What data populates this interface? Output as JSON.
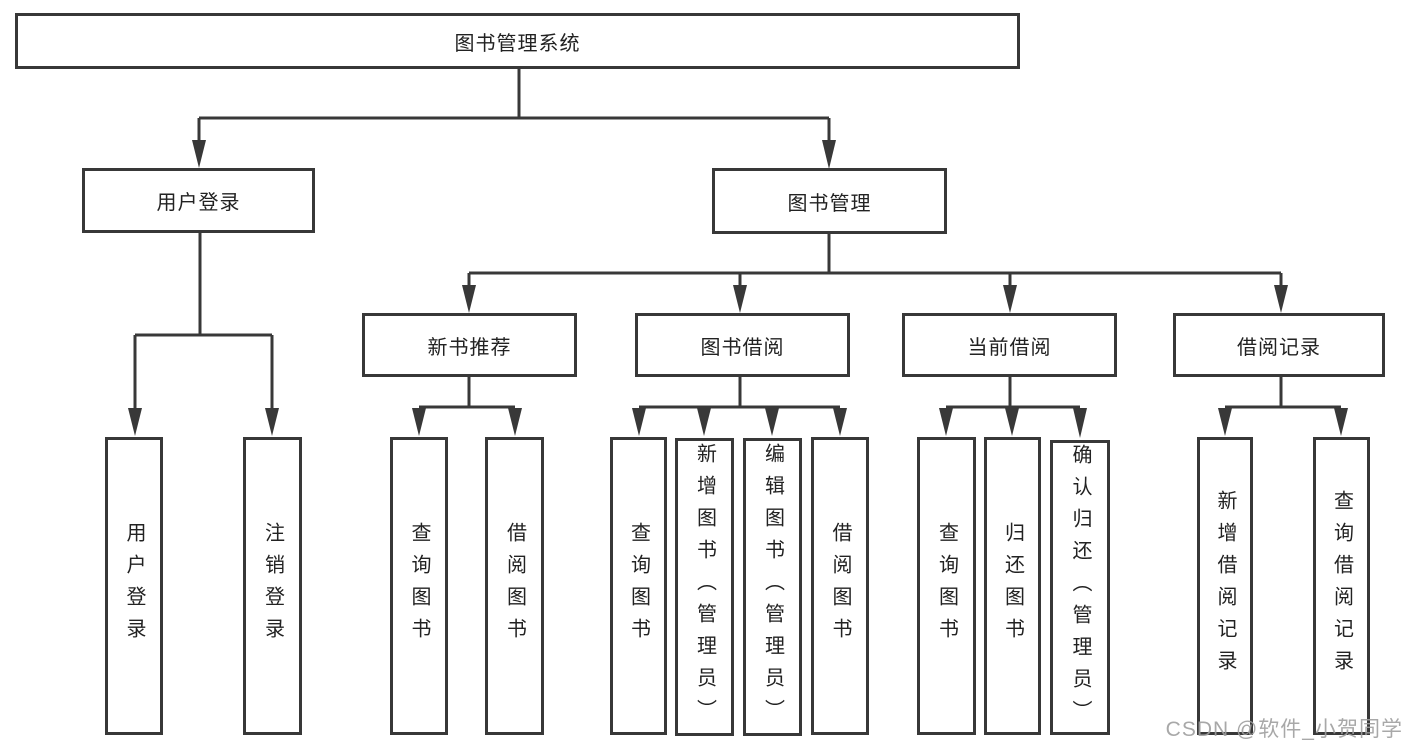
{
  "diagram": {
    "type": "hierarchy-tree",
    "colors": {
      "line": "#383838",
      "box_border": "#383838",
      "box_fill": "#ffffff",
      "text": "#222222",
      "watermark": "#9e9e9e",
      "background": "#ffffff"
    },
    "root": {
      "label": "图书管理系统"
    },
    "level2": {
      "user_login": {
        "label": "用户登录"
      },
      "book_management": {
        "label": "图书管理"
      }
    },
    "level3": {
      "new_book_recommend": {
        "label": "新书推荐"
      },
      "book_borrow": {
        "label": "图书借阅"
      },
      "current_borrow": {
        "label": "当前借阅"
      },
      "borrow_records": {
        "label": "借阅记录"
      }
    },
    "leaves": {
      "user_login": [
        "用户登录",
        "注销登录"
      ],
      "new_book_recommend": [
        "查询图书",
        "借阅图书"
      ],
      "book_borrow": [
        "查询图书",
        "新增图书（管理员）",
        "编辑图书（管理员）",
        "借阅图书"
      ],
      "current_borrow": [
        "查询图书",
        "归还图书",
        "确认归还（管理员）"
      ],
      "borrow_records": [
        "新增借阅记录",
        "查询借阅记录"
      ]
    },
    "watermark": "CSDN @软件_小贺同学"
  }
}
